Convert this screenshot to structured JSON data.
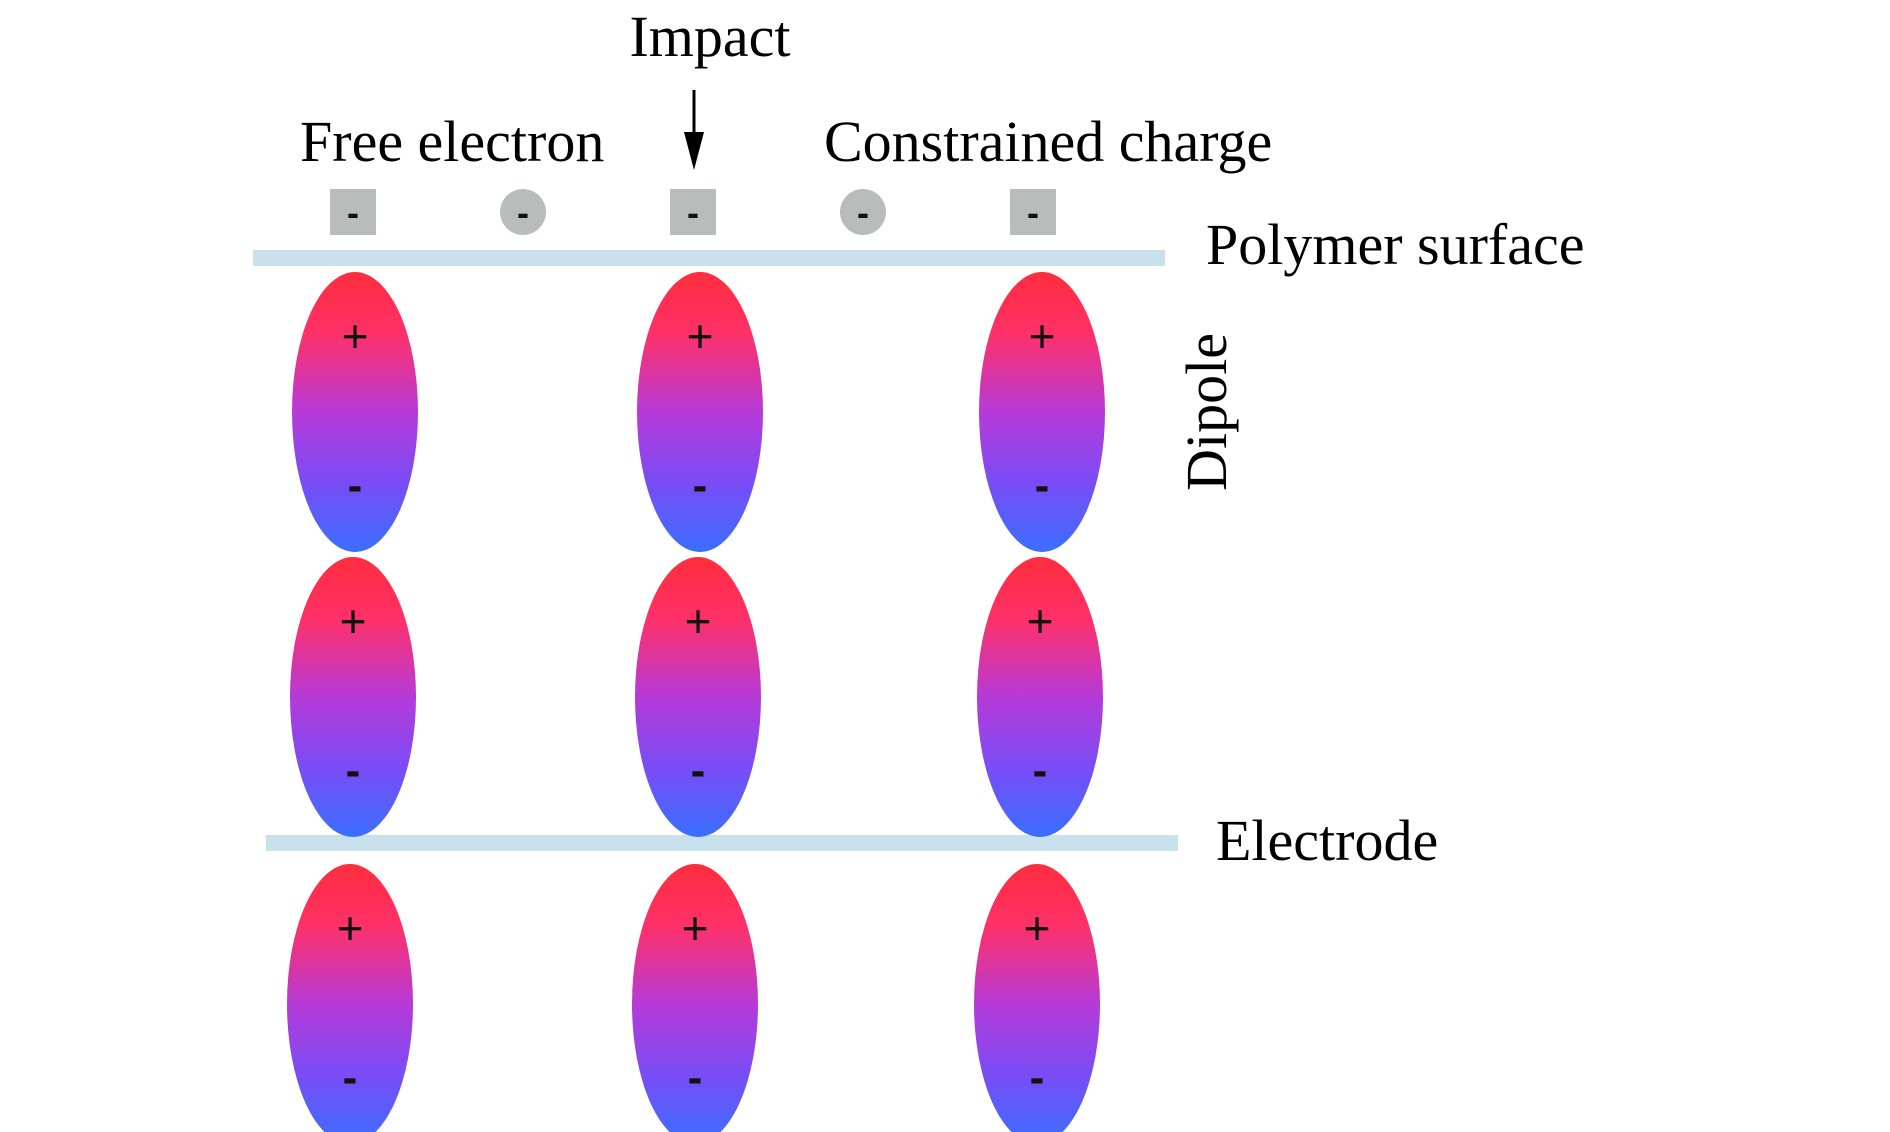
{
  "labels": {
    "impact": "Impact",
    "free_electron": "Free electron",
    "constrained_charge": "Constrained charge",
    "polymer_surface": "Polymer surface",
    "dipole": "Dipole",
    "electrode": "Electrode"
  },
  "signs": {
    "positive": "+",
    "negative": "-"
  },
  "colors": {
    "dipole_top": "#ff2d3d",
    "dipole_mid": "#b63ad8",
    "dipole_bottom": "#3a6eff",
    "surface_line": "#c9e1ec",
    "charge_fill": "#b8bdbc"
  },
  "charges": [
    "constrained",
    "free",
    "constrained",
    "free",
    "constrained"
  ],
  "dipole_grid": {
    "rows": 3,
    "columns": 3
  }
}
